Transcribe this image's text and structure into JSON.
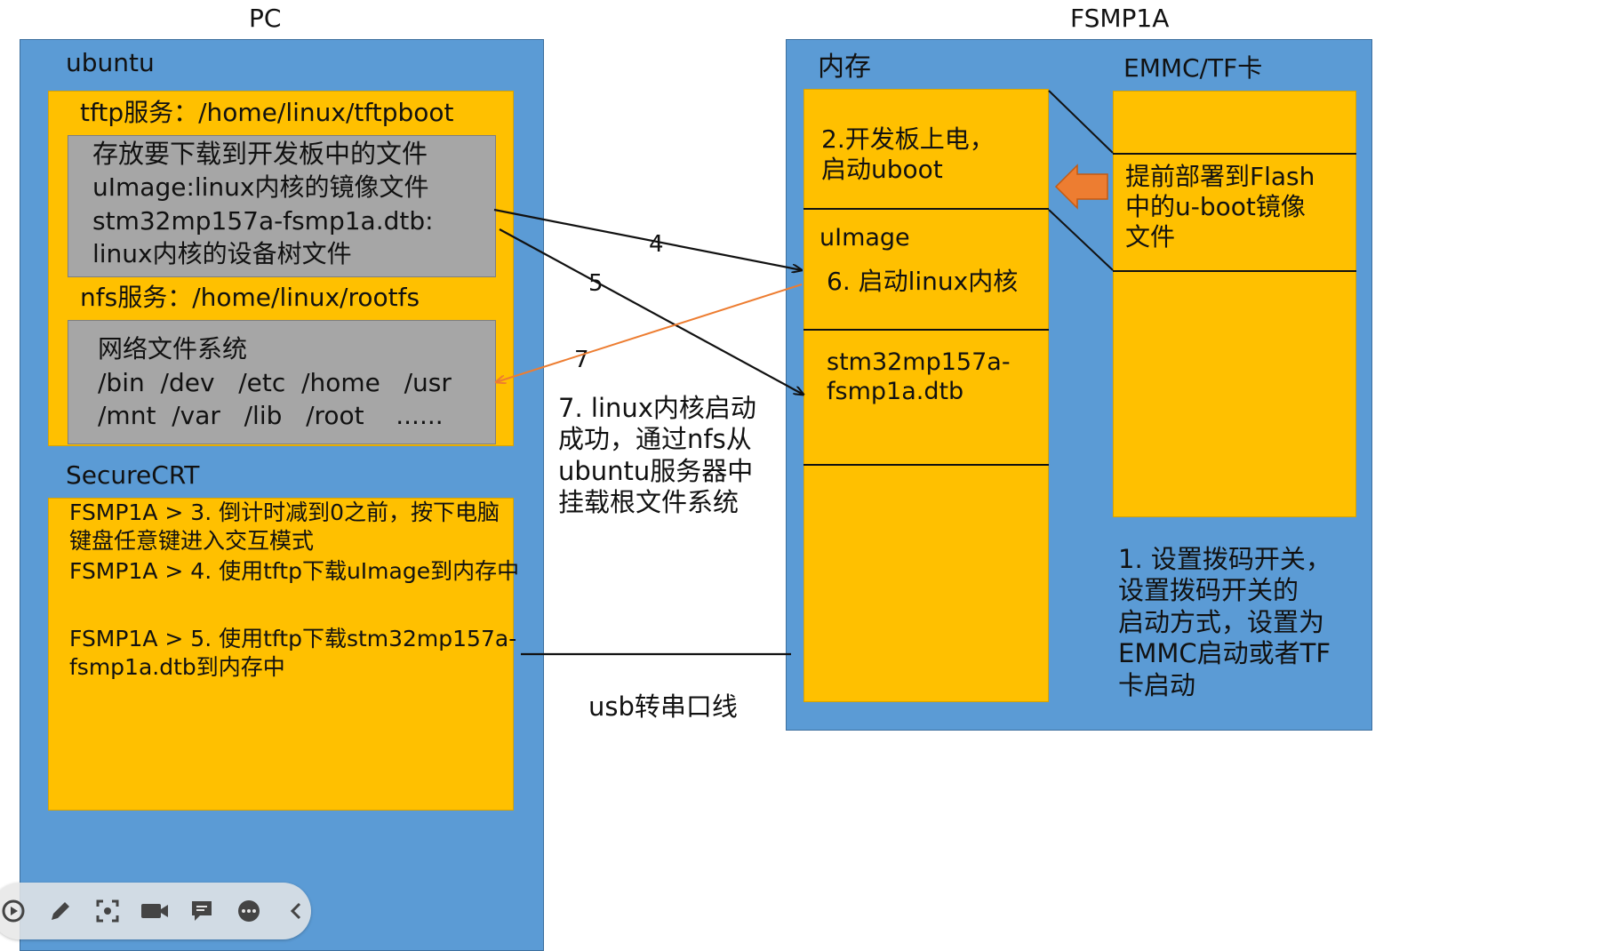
{
  "pc": {
    "header": "PC",
    "ubuntu_label": "ubuntu",
    "tftp_title": "tftp服务：/home/linux/tftpboot",
    "tftp_box_lines": [
      "存放要下载到开发板中的文件",
      "uImage:linux内核的镜像文件",
      "stm32mp157a-fsmp1a.dtb:",
      "linux内核的设备树文件"
    ],
    "nfs_title": "nfs服务：/home/linux/rootfs",
    "nfs_box_lines": [
      "网络文件系统",
      "/bin  /dev   /etc  /home   /usr",
      "/mnt  /var   /lib   /root    ......"
    ],
    "securecrt_label": "SecureCRT",
    "crt_lines": [
      "FSMP1A > 3. 倒计时减到0之前，按下电脑",
      "键盘任意键进入交互模式",
      "FSMP1A > 4. 使用tftp下载uImage到内存中",
      "",
      "FSMP1A > 5. 使用tftp下载stm32mp157a-",
      "fsmp1a.dtb到内存中"
    ]
  },
  "board": {
    "header": "FSMP1A",
    "memory_label": "内存",
    "emmc_label": "EMMC/TF卡",
    "mem_uboot": "2.开发板上电，\n启动uboot",
    "mem_uimage": "uImage",
    "mem_kernel": "6. 启动linux内核",
    "mem_dtb": "stm32mp157a-\nfsmp1a.dtb",
    "emmc_uboot": "提前部署到Flash\n中的u-boot镜像\n文件",
    "step1_note": "1. 设置拨码开关，\n设置拨码开关的\n启动方式，设置为\nEMMC启动或者TF\n卡启动"
  },
  "arrows": {
    "label_4": "4",
    "label_5": "5",
    "label_7": "7",
    "note_7": "7. linux内核启动\n成功，通过nfs从\nubuntu服务器中\n挂载根文件系统",
    "cable_label": "usb转串口线"
  },
  "colors": {
    "blue_panel": "#5b9bd5",
    "yellow_box": "#ffc000",
    "gray_box": "#a6a6a6",
    "orange_arrow": "#ed7d31",
    "line": "#111111"
  },
  "toolbar": {
    "icons": [
      "play-icon",
      "pen-icon",
      "screenshot-icon",
      "camera-icon",
      "comment-icon",
      "more-icon",
      "collapse-icon"
    ]
  }
}
